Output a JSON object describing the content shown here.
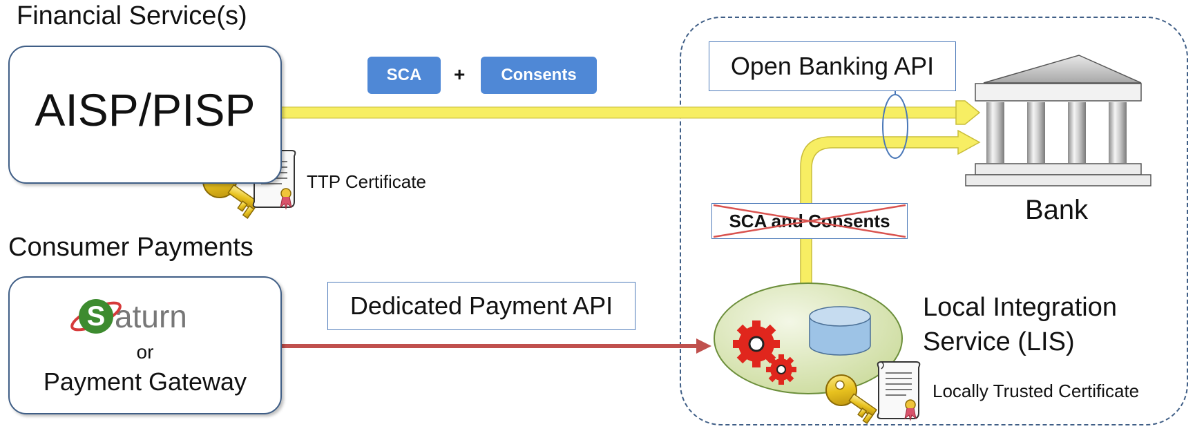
{
  "headings": {
    "financial_services": "Financial Service(s)",
    "consumer_payments": "Consumer Payments"
  },
  "nodes": {
    "aisp": "AISP/PISP",
    "saturn_s": "S",
    "saturn_rest": "aturn",
    "or": "or",
    "payment_gateway": "Payment Gateway",
    "bank": "Bank",
    "lis_line1": "Local Integration",
    "lis_line2": "Service (LIS)"
  },
  "tags": {
    "sca": "SCA",
    "plus": "+",
    "consents": "Consents"
  },
  "labels": {
    "open_banking_api": "Open Banking API",
    "dedicated_payment_api": "Dedicated Payment API",
    "sca_and_consents": "SCA and Consents",
    "ttp_certificate": "TTP Certificate",
    "locally_trusted_certificate": "Locally Trusted Certificate"
  },
  "colors": {
    "yellow_arrow": "#f7ee63",
    "red_arrow": "#c0504d",
    "box_border": "#3f5e86",
    "tag_fill": "#4f88d6",
    "label_border": "#4a78b8",
    "dashed_border": "#3f5e86",
    "lis_fill": "#dfe9c4",
    "cylinder": "#9dc3e6",
    "gear": "#e0261d",
    "key": "#e8c21f",
    "strike": "#d9534f"
  },
  "icons": {
    "key": "key-icon",
    "certificate": "certificate-icon",
    "gear": "gear-icon",
    "database": "database-icon",
    "bank": "bank-icon",
    "saturn_ring": "saturn-ring-icon"
  }
}
